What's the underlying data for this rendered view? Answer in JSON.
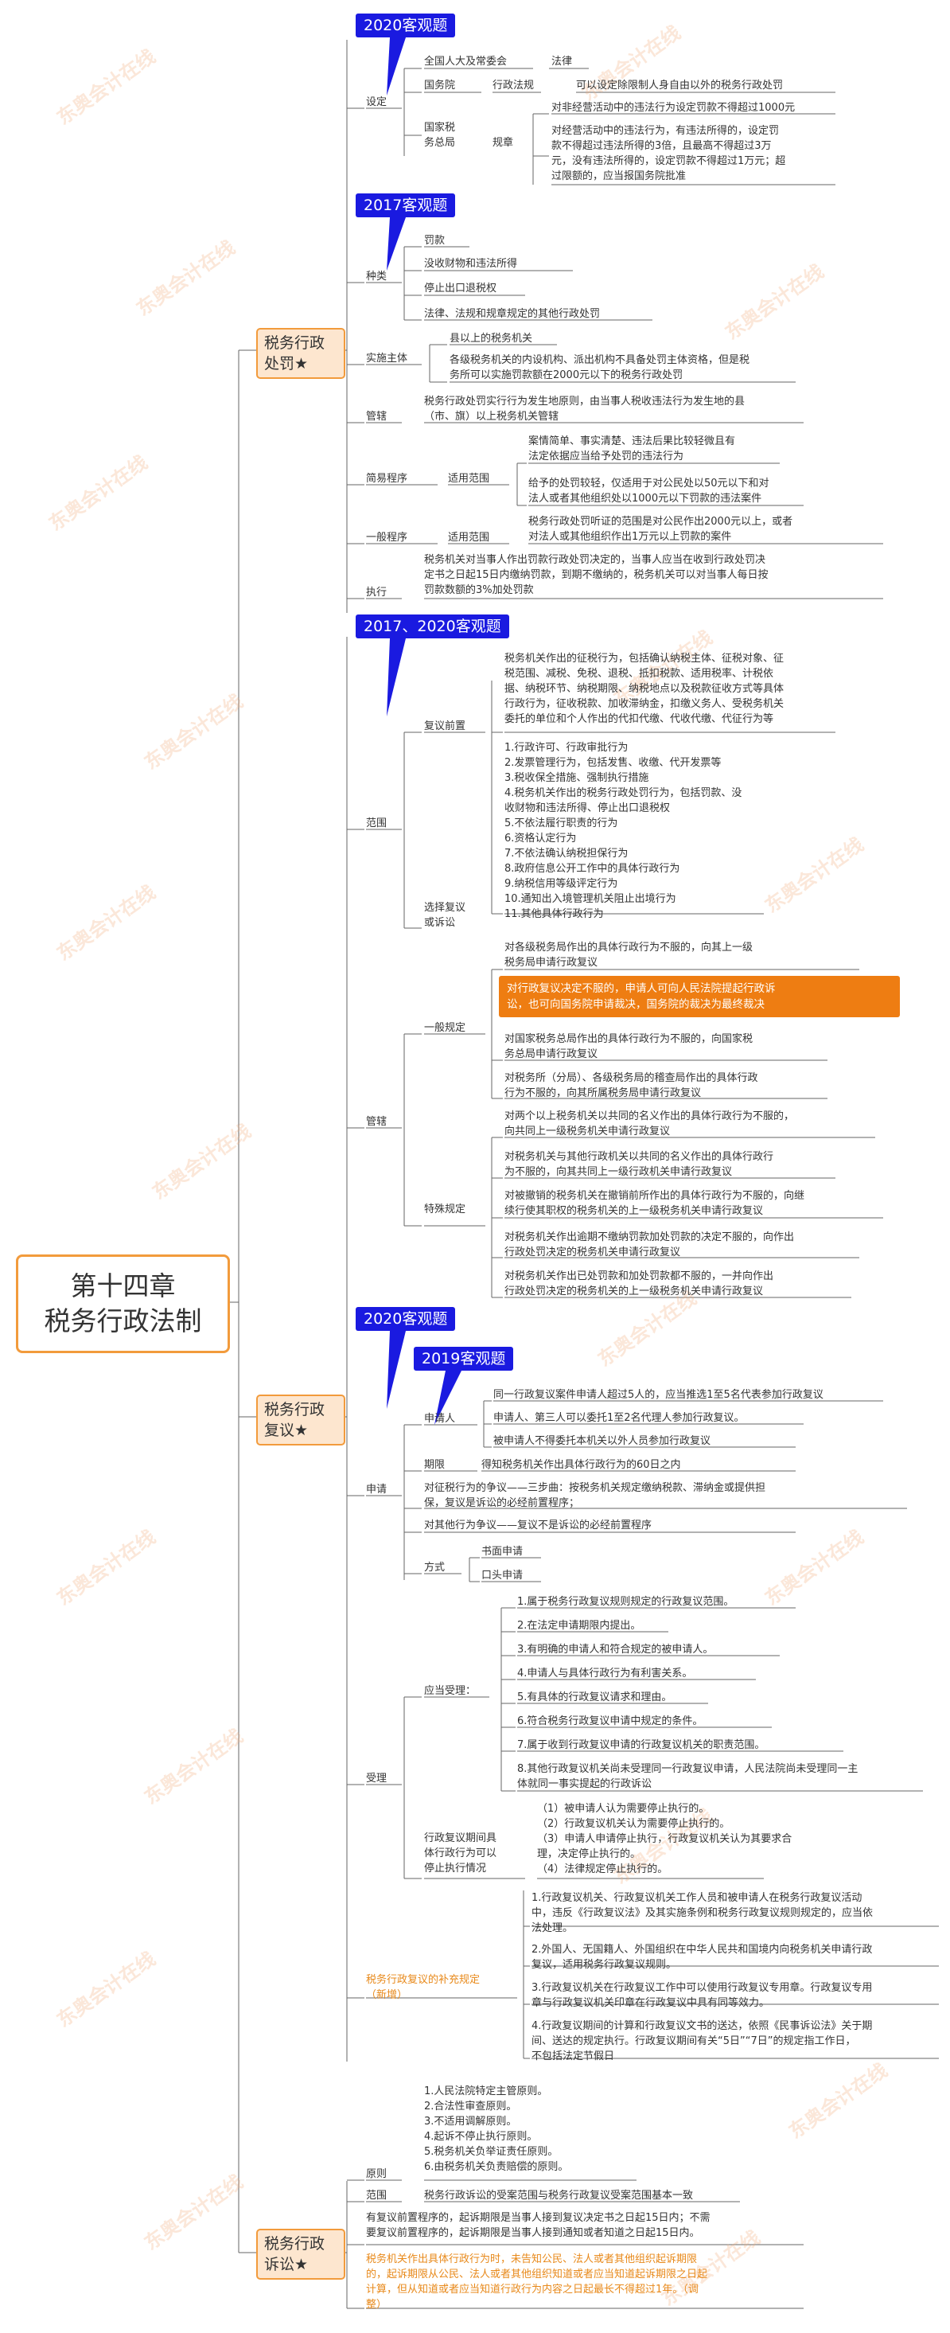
{
  "root": "第十四章\n税务行政法制",
  "sections": {
    "penalty": "税务行政\n处罚★",
    "review": "税务行政\n复议★",
    "litigation": "税务行政\n诉讼★"
  },
  "tags": {
    "t2020a": "2020客观题",
    "t2017a": "2017客观题",
    "t2017b": "2017、2020客观题",
    "t2020b": "2020客观题",
    "t2019": "2019客观题"
  },
  "penalty": {
    "sheding": "设定",
    "npc": "全国人大及常委会",
    "law": "法律",
    "state_council": "国务院",
    "admin_reg": "行政法规",
    "admin_reg_desc": "可以设定除限制人身自由以外的税务行政处罚",
    "sat": "国家税\n务总局",
    "rule": "规章",
    "rule_desc1": "对非经营活动中的违法行为设定罚款不得超过1000元",
    "rule_desc2": "对经营活动中的违法行为，有违法所得的，设定罚\n款不得超过违法所得的3倍，且最高不得超过3万\n元，没有违法所得的，设定罚款不得超过1万元；超\n过限额的，应当报国务院批准",
    "zhonglei": "种类",
    "kind1": "罚款",
    "kind2": "没收财物和违法所得",
    "kind3": "停止出口退税权",
    "kind4": "法律、法规和规章规定的其他行政处罚",
    "subject": "实施主体",
    "subject1": "县以上的税务机关",
    "subject2": "各级税务机关的内设机构、派出机构不具备处罚主体资格，但是税\n务所可以实施罚款额在2000元以下的税务行政处罚",
    "jurisdiction": "管辖",
    "jurisdiction_desc": "税务行政处罚实行行为发生地原则，由当事人税收违法行为发生地的县\n（市、旗）以上税务机关管辖",
    "simple": "简易程序",
    "scope1": "适用范围",
    "simple1": "案情简单、事实清楚、违法后果比较轻微且有\n法定依据应当给予处罚的违法行为",
    "simple2": "给予的处罚较轻，仅适用于对公民处以50元以下和对\n法人或者其他组织处以1000元以下罚款的违法案件",
    "general": "一般程序",
    "scope2": "适用范围",
    "general_desc": "税务行政处罚听证的范围是对公民作出2000元以上，或者\n对法人或其他组织作出1万元以上罚款的案件",
    "execution": "执行",
    "execution_desc": "税务机关对当事人作出罚款行政处罚决定的，当事人应当在收到行政处罚决\n定书之日起15日内缴纳罚款，到期不缴纳的，税务机关可以对当事人每日按\n罚款数额的3%加处罚款"
  },
  "review": {
    "scope": "范围",
    "pre_review": "复议前置",
    "pre_review_desc": "税务机关作出的征税行为，包括确认纳税主体、征税对象、征\n税范围、减税、免税、退税、抵扣税款、适用税率、计税依\n据、纳税环节、纳税期限、纳税地点以及税款征收方式等具体\n行政行为，征收税款、加收滞纳金，扣缴义务人、受税务机关\n委托的单位和个人作出的代扣代缴、代收代缴、代征行为等",
    "optional": "选择复议\n或诉讼",
    "optional_list": "1.行政许可、行政审批行为\n2.发票管理行为，包括发售、收缴、代开发票等\n3.税收保全措施、强制执行措施\n4.税务机关作出的税务行政处罚行为，包括罚款、没\n收财物和违法所得、停止出口退税权\n5.不依法履行职责的行为\n6.资格认定行为\n7.不依法确认纳税担保行为\n8.政府信息公开工作中的具体行政行为\n9.纳税信用等级评定行为\n10.通知出入境管理机关阻止出境行为\n11.其他具体行政行为",
    "jurisdiction": "管辖",
    "general_rule": "一般规定",
    "g1": "对各级税务局作出的具体行政行为不服的，向其上一级\n税务局申请行政复议",
    "highlight": "对行政复议决定不服的，申请人可向人民法院提起行政诉\n讼，也可向国务院申请裁决，国务院的裁决为最终裁决",
    "g2": "对国家税务总局作出的具体行政行为不服的，向国家税\n务总局申请行政复议",
    "g3": "对税务所（分局）、各级税务局的稽查局作出的具体行政\n行为不服的，向其所属税务局申请行政复议",
    "special_rule": "特殊规定",
    "s1": "对两个以上税务机关以共同的名义作出的具体行政行为不服的，\n向共同上一级税务机关申请行政复议",
    "s2": "对税务机关与其他行政机关以共同的名义作出的具体行政行\n为不服的，向其共同上一级行政机关申请行政复议",
    "s3": "对被撤销的税务机关在撤销前所作出的具体行政行为不服的，向继\n续行使其职权的税务机关的上一级税务机关申请行政复议",
    "s4": "对税务机关作出逾期不缴纳罚款加处罚款的决定不服的，向作出\n行政处罚决定的税务机关申请行政复议",
    "s5": "对税务机关作出已处罚款和加处罚款都不服的，一并向作出\n行政处罚决定的税务机关的上一级税务机关申请行政复议",
    "apply": "申请",
    "applicant": "申请人",
    "a1": "同一行政复议案件申请人超过5人的，应当推选1至5名代表参加行政复议",
    "a2": "申请人、第三人可以委托1至2名代理人参加行政复议。",
    "a3": "被申请人不得委托本机关以外人员参加行政复议",
    "period": "期限",
    "period_desc": "得知税务机关作出具体行政行为的60日之内",
    "dispute1": "对征税行为的争议——三步曲：按税务机关规定缴纳税款、滞纳金或提供担\n保，复议是诉讼的必经前置程序；",
    "dispute2": "对其他行为争议——复议不是诉讼的必经前置程序",
    "method": "方式",
    "m1": "书面申请",
    "m2": "口头申请",
    "accept": "受理",
    "should_accept": "应当受理：",
    "c1": "1.属于税务行政复议规则规定的行政复议范围。",
    "c2": "2.在法定申请期限内提出。",
    "c3": "3.有明确的申请人和符合规定的被申请人。",
    "c4": "4.申请人与具体行政行为有利害关系。",
    "c5": "5.有具体的行政复议请求和理由。",
    "c6": "6.符合税务行政复议申请中规定的条件。",
    "c7": "7.属于收到行政复议申请的行政复议机关的职责范围。",
    "c8": "8.其他行政复议机关尚未受理同一行政复议申请，人民法院尚未受理同一主\n体就同一事实提起的行政诉讼",
    "stop_label": "行政复议期间具\n体行政行为可以\n停止执行情况",
    "stop_list": "（1）被申请人认为需要停止执行的。\n（2）行政复议机关认为需要停止执行的。\n（3）申请人申请停止执行，行政复议机关认为其要求合\n理，决定停止执行的。\n（4）法律规定停止执行的。",
    "supplement": "税务行政复议的补充规定\n（新增）",
    "sup1": "1.行政复议机关、行政复议机关工作人员和被申请人在税务行政复议活动\n中，违反《行政复议法》及其实施条例和税务行政复议规则规定的，应当依\n法处理。",
    "sup2": "2.外国人、无国籍人、外国组织在中华人民共和国境内向税务机关申请行政\n复议，适用税务行政复议规则。",
    "sup3": "3.行政复议机关在行政复议工作中可以使用行政复议专用章。行政复议专用\n章与行政复议机关印章在行政复议中具有同等效力。",
    "sup4": "4.行政复议期间的计算和行政复议文书的送达，依照《民事诉讼法》关于期\n间、送达的规定执行。行政复议期间有关“5日”“7日”的规定指工作日，\n不包括法定节假日"
  },
  "litigation": {
    "principle": "原则",
    "principles": "1.人民法院特定主管原则。\n2.合法性审查原则。\n3.不适用调解原则。\n4.起诉不停止执行原则。\n5.税务机关负举证责任原则。\n6.由税务机关负责赔偿的原则。",
    "scope": "范围",
    "scope_desc": "税务行政诉讼的受案范围与税务行政复议受案范围基本一致",
    "period1": "有复议前置程序的，起诉期限是当事人接到复议决定书之日起15日内；不需\n要复议前置程序的，起诉期限是当事人接到通知或者知道之日起15日内。",
    "period2": "税务机关作出具体行政行为时，未告知公民、法人或者其他组织起诉期限\n的，起诉期限从公民、法人或者其他组织知道或者应当知道起诉期限之日起\n计算，但从知道或者应当知道行政行为内容之日起最长不得超过1年。（调\n整）"
  },
  "watermark": "东奥会计在线"
}
